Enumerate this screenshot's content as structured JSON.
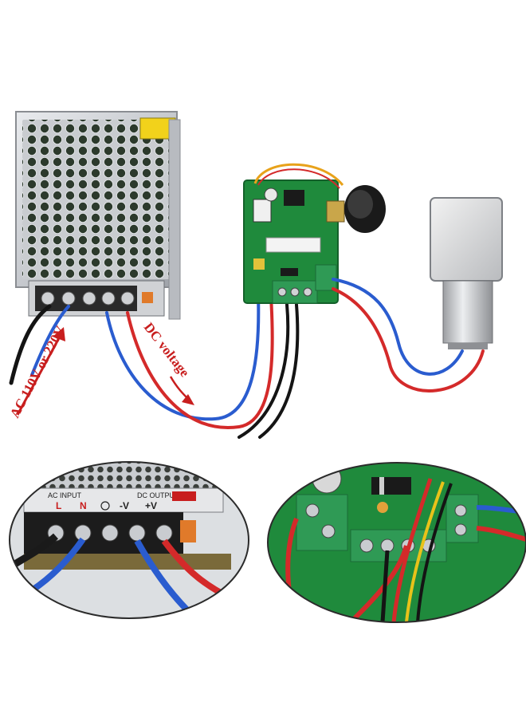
{
  "labels": {
    "ac_input": "AC 110V or 220V",
    "dc_voltage": "DC voltage"
  },
  "psu_closeup": {
    "ac_input_label": "AC INPUT",
    "dc_output_label": "DC OUTPUT",
    "terminal_l": "L",
    "terminal_n": "N",
    "terminal_minus_v": "-V",
    "terminal_plus_v": "+V"
  },
  "colors": {
    "annotation": "#c81e1e",
    "wire_red": "#d42a2a",
    "wire_blue": "#2a5ccf",
    "wire_black": "#141414",
    "pcb_green": "#1f8a3c",
    "terminal_green": "#2f9a55"
  }
}
